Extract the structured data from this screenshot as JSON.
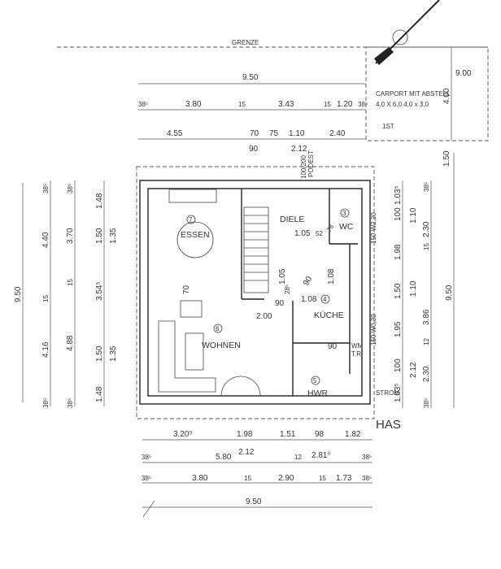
{
  "site": {
    "boundary_label": "GRENZE",
    "house_connection": "HAS",
    "power_label": "STROM"
  },
  "carport": {
    "line1": "CARPORT MIT ABSTELL",
    "line2": "4,0 X 6,0   4,0 x 3,0",
    "line3": "1ST",
    "width": "9.00",
    "depth": "4.00",
    "offset": "1.50"
  },
  "rooms": [
    {
      "number": "7",
      "name": "ESSEN"
    },
    {
      "number": "6",
      "name": "WOHNEN"
    },
    {
      "number": "",
      "name": "DIELE"
    },
    {
      "number": "3",
      "name": "WC"
    },
    {
      "number": "4",
      "name": "KÜCHE"
    },
    {
      "number": "5",
      "name": "HWR"
    }
  ],
  "annotations": {
    "podest": "PODEST",
    "podest_size": "100/200",
    "window_wc": "150 W2,20",
    "window_kitchen": "150 W0,30",
    "wm": "WM",
    "tr": "T.R."
  },
  "interior_dims": [
    "1.05",
    "52",
    "78",
    "1.05",
    "70",
    "90",
    "28⁵",
    "2.00",
    "90",
    "1.08",
    "1.08",
    "90"
  ],
  "dims_top": {
    "total": "9.50",
    "row2": [
      "38⁵",
      "3.80",
      "15",
      "3.43",
      "15",
      "1.20",
      "38⁵"
    ],
    "row3": [
      "4.55",
      "70",
      "90",
      "75",
      "1.10",
      "2.12",
      "2.40"
    ]
  },
  "dims_bottom": {
    "row1": [
      "3.20⁵",
      "1.98",
      "1.51",
      "98",
      "1.82"
    ],
    "row2": [
      "38⁵",
      "5.80",
      "2.12",
      "12",
      "2.81⁰",
      "38⁵"
    ],
    "row3": [
      "38⁵",
      "3.80",
      "15",
      "2.90",
      "15",
      "1.73",
      "38⁵"
    ],
    "total": "9.50"
  },
  "dims_left": {
    "total": "9.50",
    "col1": [
      "38⁵",
      "4.40",
      "15",
      "4.16",
      "38⁵"
    ],
    "col2": [
      "38⁵",
      "3.70",
      "15",
      "4.88",
      "38⁵"
    ],
    "col3": [
      "1.48",
      "1.50",
      "1.35",
      "3.54⁵",
      "1.50",
      "1.35",
      "1.48"
    ]
  },
  "dims_right": {
    "col1": [
      "1.03⁵",
      "100",
      "1.98",
      "1.50",
      "1.95",
      "100",
      "1.03⁵"
    ],
    "col2": [
      "1.10",
      "1.10",
      "2.12"
    ],
    "col3": [
      "38⁵",
      "2.30",
      "15",
      "3.86",
      "12",
      "2.30",
      "38⁵"
    ],
    "total": "9.50"
  }
}
